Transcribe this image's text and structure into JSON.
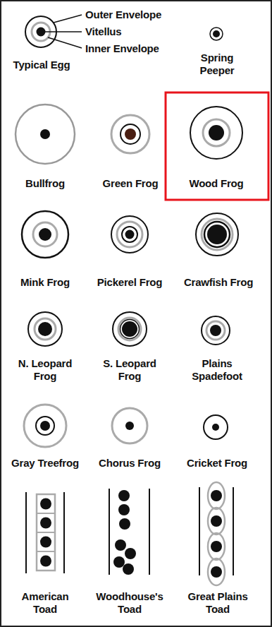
{
  "diagram": {
    "nodes": [
      {
        "text": [
          "Typical Egg"
        ]
      },
      {
        "text": [
          "Spring Peeper"
        ]
      },
      {
        "text": [
          "Bullfrog"
        ]
      },
      {
        "text": [
          "Green Frog"
        ]
      },
      {
        "text": [
          "Wood Frog"
        ]
      },
      {
        "text": [
          "Mink Frog"
        ]
      },
      {
        "text": [
          "Pickerel Frog"
        ]
      },
      {
        "text": [
          "Crawfish Frog"
        ]
      },
      {
        "text": [
          "N. Leopard Frog"
        ]
      },
      {
        "text": [
          "S. Leopard Frog"
        ]
      },
      {
        "text": [
          "Plains Spadefoot"
        ]
      },
      {
        "text": [
          "Gray Treefrog"
        ]
      },
      {
        "text": [
          "Chorus Frog"
        ]
      },
      {
        "text": [
          "Cricket Frog"
        ]
      },
      {
        "text": [
          "American Toad"
        ]
      },
      {
        "text": [
          "Woodhouse's Toad"
        ]
      },
      {
        "text": [
          "Great Plains Toad"
        ]
      }
    ],
    "labels": [
      "Outer Envelope",
      "Vitellus",
      "Inner Envelope"
    ]
  }
}
